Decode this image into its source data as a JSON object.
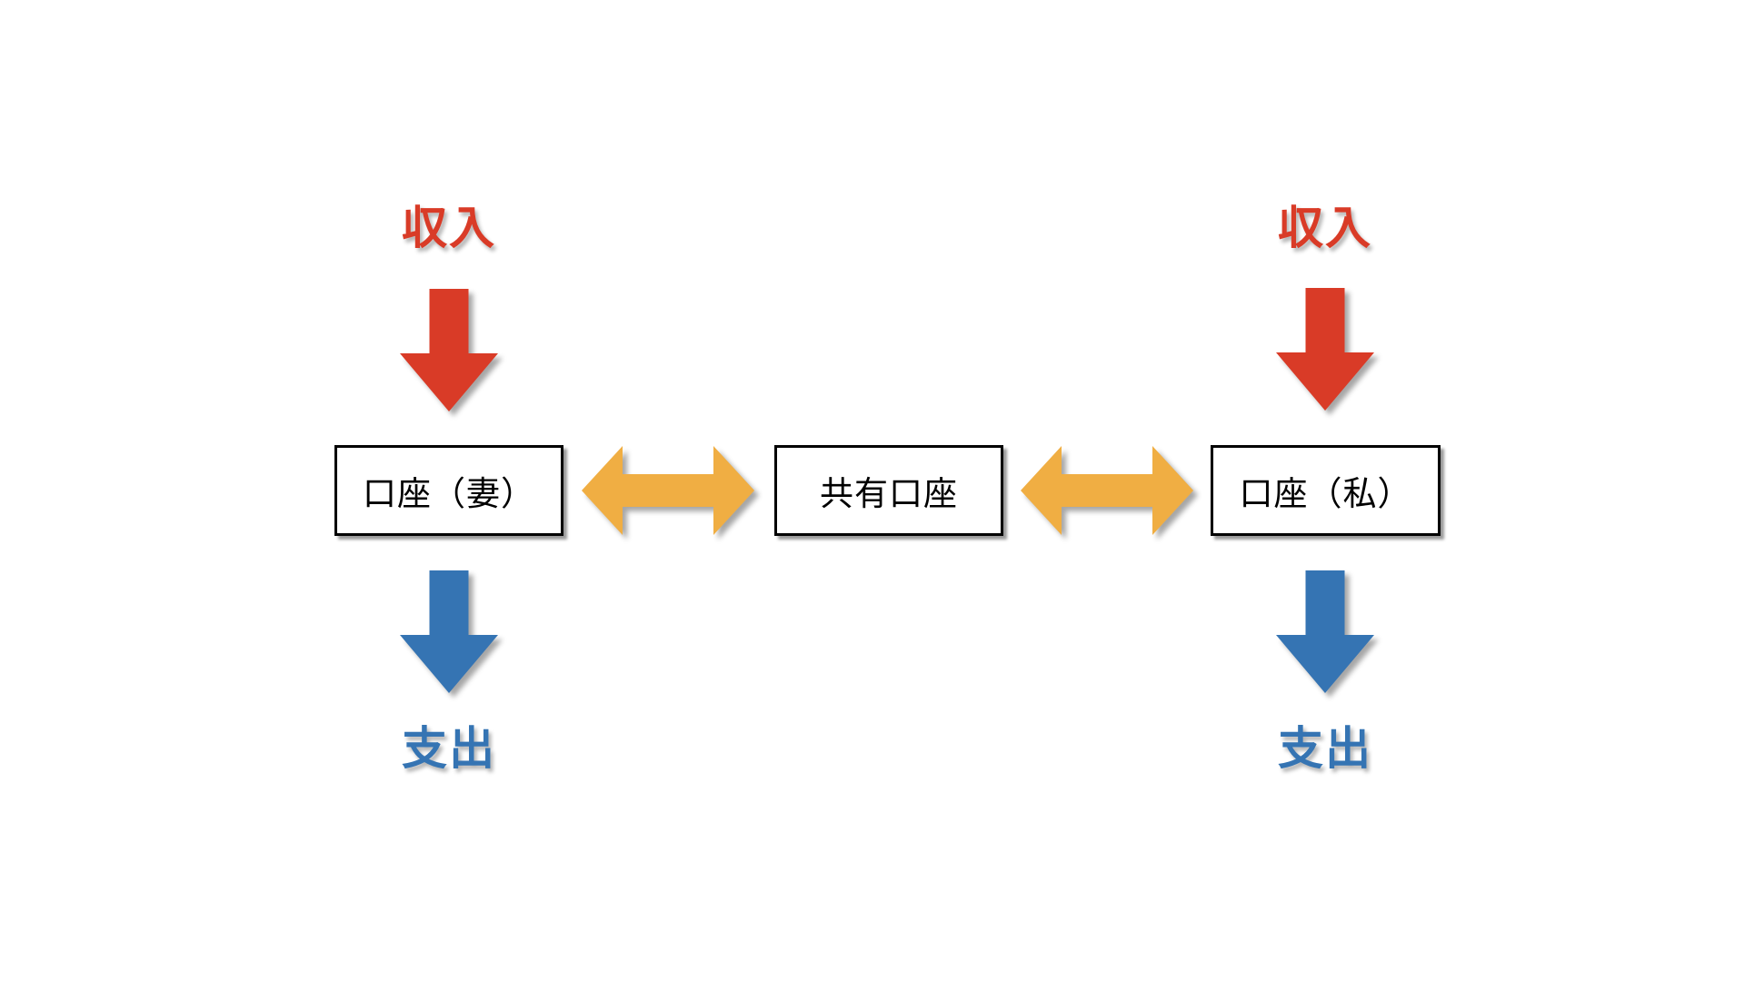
{
  "page": {
    "background": "#ffffff",
    "description_labels": {
      "income": "収入",
      "expense": "支出"
    }
  },
  "colors": {
    "page-bg": "#ffffff",
    "income-color": "#d93b27",
    "expense-color": "#3574b3",
    "transfer-color": "#f0ae43",
    "box-border-color": "#000000",
    "box-fill-color": "#ffffff",
    "box-text-color": "#000000"
  },
  "icons": {
    "income_arrow": "down-arrow",
    "expense_arrow": "down-arrow",
    "transfer_arrow": "double-headed-horizontal-arrow"
  },
  "diagram": {
    "left": {
      "income_label": "収入",
      "account_label": "口座（妻）",
      "expense_label": "支出"
    },
    "center": {
      "account_label": "共有口座"
    },
    "right": {
      "income_label": "収入",
      "account_label": "口座（私）",
      "expense_label": "支出"
    }
  }
}
